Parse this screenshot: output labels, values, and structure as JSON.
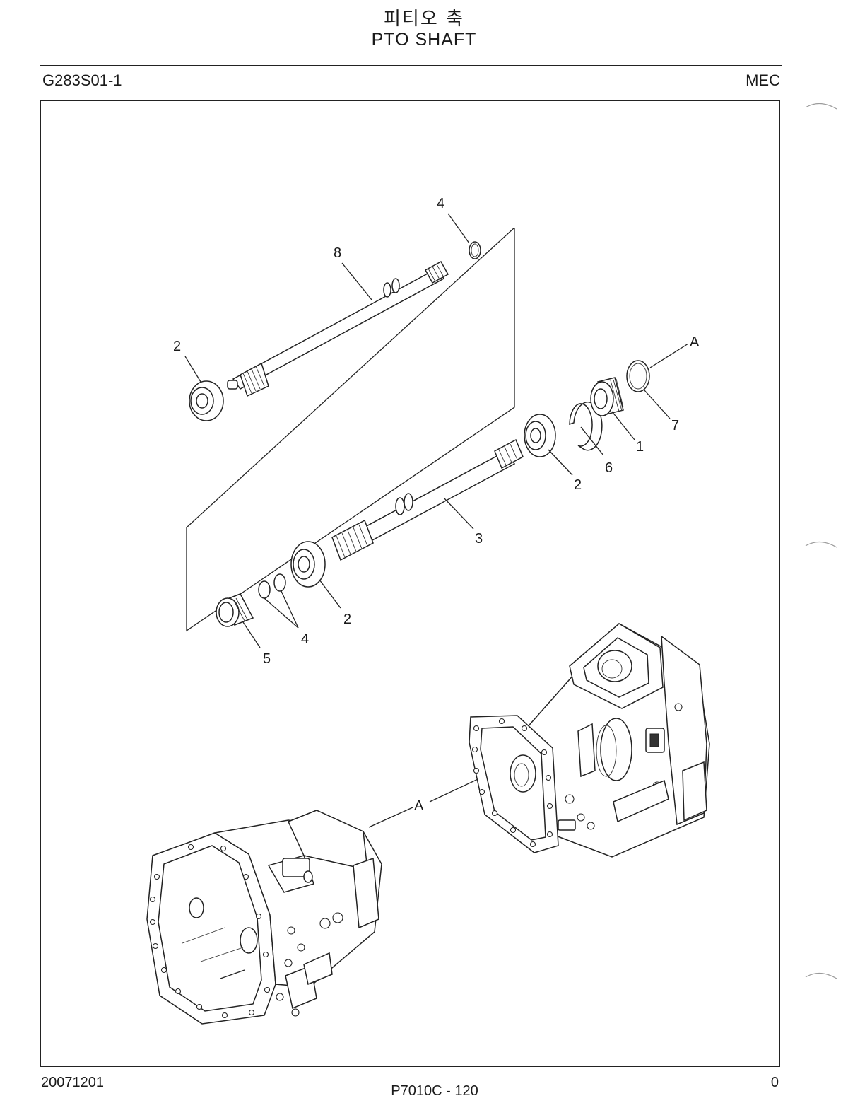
{
  "header": {
    "title_ko": "피티오 축",
    "title_en": "PTO SHAFT",
    "page_code": "G283S01-1",
    "maker": "MEC"
  },
  "footer": {
    "date": "20071201",
    "model_page": "P7010C  -  120",
    "revision": "0"
  },
  "callouts": {
    "c4_top": "4",
    "c8": "8",
    "c2_upper": "2",
    "cA_right": "A",
    "c7": "7",
    "c1": "1",
    "c6": "6",
    "c2_mid": "2",
    "c3": "3",
    "c2_lower": "2",
    "c4_bottom": "4",
    "c5": "5",
    "cA_housing": "A"
  },
  "icons": {
    "shaft_upper": "pto-shaft-icon",
    "shaft_lower": "pto-shaft-icon",
    "bearings": "ball-bearing-icon",
    "snap_rings": "snap-ring-icon",
    "collar": "sleeve-collar-icon",
    "housings": "transmission-case-icon"
  }
}
